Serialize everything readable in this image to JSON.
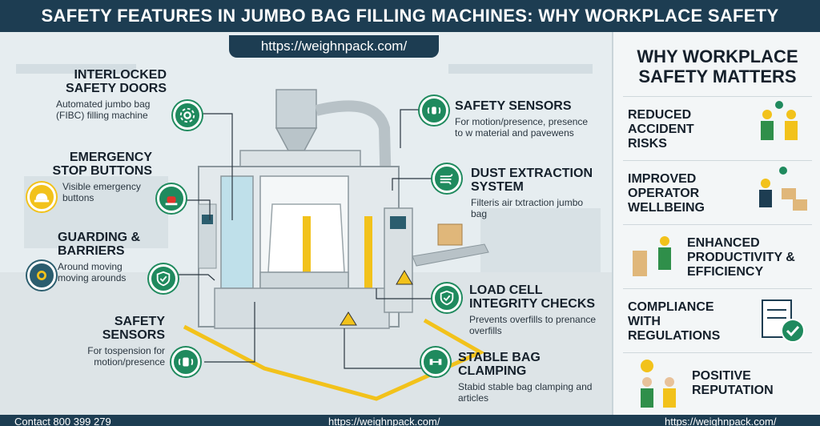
{
  "header": {
    "title": "SAFETY FEATURES IN JUMBO BAG FILLING MACHINES: WHY WORKPLACE SAFETY MATTERS",
    "url": "https://weighnpack.com/"
  },
  "callouts_left": [
    {
      "title": "INTERLOCKED SAFETY DOORS",
      "desc": "Automated jumbo bag (FIBC) filling machine",
      "icon": "gear-icon"
    },
    {
      "title": "EMERGENCY STOP BUTTONS",
      "desc": "Visible emergency buttons",
      "icon": "emergency-light-icon"
    },
    {
      "title": "GUARDING & BARRIERS",
      "desc": "Around moving moving arounds",
      "icon": "shield-check-icon"
    },
    {
      "title": "SAFETY SENSORS",
      "desc": "For tospension for motion/presence",
      "icon": "sensor-icon"
    }
  ],
  "callouts_right": [
    {
      "title": "SAFETY SENSORS",
      "desc": "For motion/presence, presence to w material and pavewens",
      "icon": "sensor-icon"
    },
    {
      "title": "DUST EXTRACTION SYSTEM",
      "desc": "Filteris air txtraction jumbo bag",
      "icon": "airflow-icon"
    },
    {
      "title": "LOAD CELL INTEGRITY CHECKS",
      "desc": "Prevents overfills to prenance overfills",
      "icon": "shield-check-icon"
    },
    {
      "title": "STABLE BAG CLAMPING",
      "desc": "Stabid stable bag clamping and articles",
      "icon": "clamp-icon"
    }
  ],
  "sidebar": {
    "title": "WHY WORKPLACE SAFETY MATTERS",
    "items": [
      {
        "label": "REDUCED ACCIDENT RISKS"
      },
      {
        "label": "IMPROVED OPERATOR WELLBEING"
      },
      {
        "label": "ENHANCED PRODUCTIVITY & EFFICIENCY"
      },
      {
        "label": "COMPLIANCE WITH REGULATIONS"
      },
      {
        "label": "POSITIVE REPUTATION"
      }
    ]
  },
  "footer": {
    "contact": "Contact 800 399 279",
    "url_center": "https://weighnpack.com/",
    "url_right": "https://weighnpack.com/"
  },
  "colors": {
    "navy": "#1d3d52",
    "green": "#1f8a5e",
    "yellow": "#f2c21b",
    "machine": "#e3e9ec"
  }
}
